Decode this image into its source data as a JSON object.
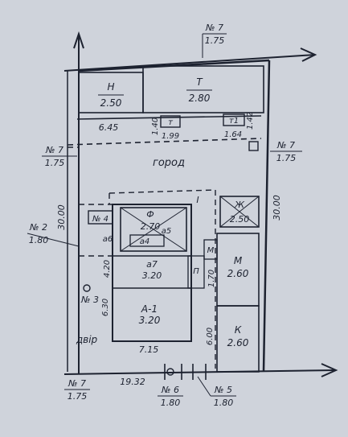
{
  "labels": {
    "n7_top": "№ 7",
    "n7_top_value": "1.75",
    "n7_left": "№ 7",
    "n7_left_value": "1.75",
    "n7_right": "№ 7",
    "n7_right_value": "1.75",
    "n7_bottom": "№ 7",
    "n7_bottom_value": "1.75",
    "n2": "№ 2",
    "n2_value": "1.80",
    "n6": "№ 6",
    "n6_value": "1.80",
    "n5": "№ 5",
    "n5_value": "1.80",
    "n3": "№ 3",
    "n4": "№ 4",
    "garden": "город",
    "yard": "двір",
    "H": "Н",
    "H_value": "2.50",
    "T": "Т",
    "T_value": "2.80",
    "m": "т",
    "m_value": "1.99",
    "m1": "т1",
    "m1_value": "1.64",
    "F": "Ф",
    "F_value": "2.70",
    "a5": "а5",
    "a6": "а6",
    "a4": "а4",
    "a7": "а7",
    "a7_value": "3.20",
    "A1": "А-1",
    "A1_value": "3.20",
    "P": "П",
    "M_small": "М",
    "roman_one": "I",
    "Zh": "Ж",
    "Zh_value": "2.50",
    "M": "М",
    "M_value": "2.60",
    "K": "К",
    "K_value": "2.60",
    "dim_645": "6.45",
    "dim_140": "1.40",
    "dim_142": "1.42",
    "dim_3000_left": "30.00",
    "dim_3000_right": "30.00",
    "dim_420": "4.20",
    "dim_630": "6.30",
    "dim_170": "1.70",
    "dim_715": "7.15",
    "dim_600": "6.00",
    "dim_1932": "19.32"
  }
}
